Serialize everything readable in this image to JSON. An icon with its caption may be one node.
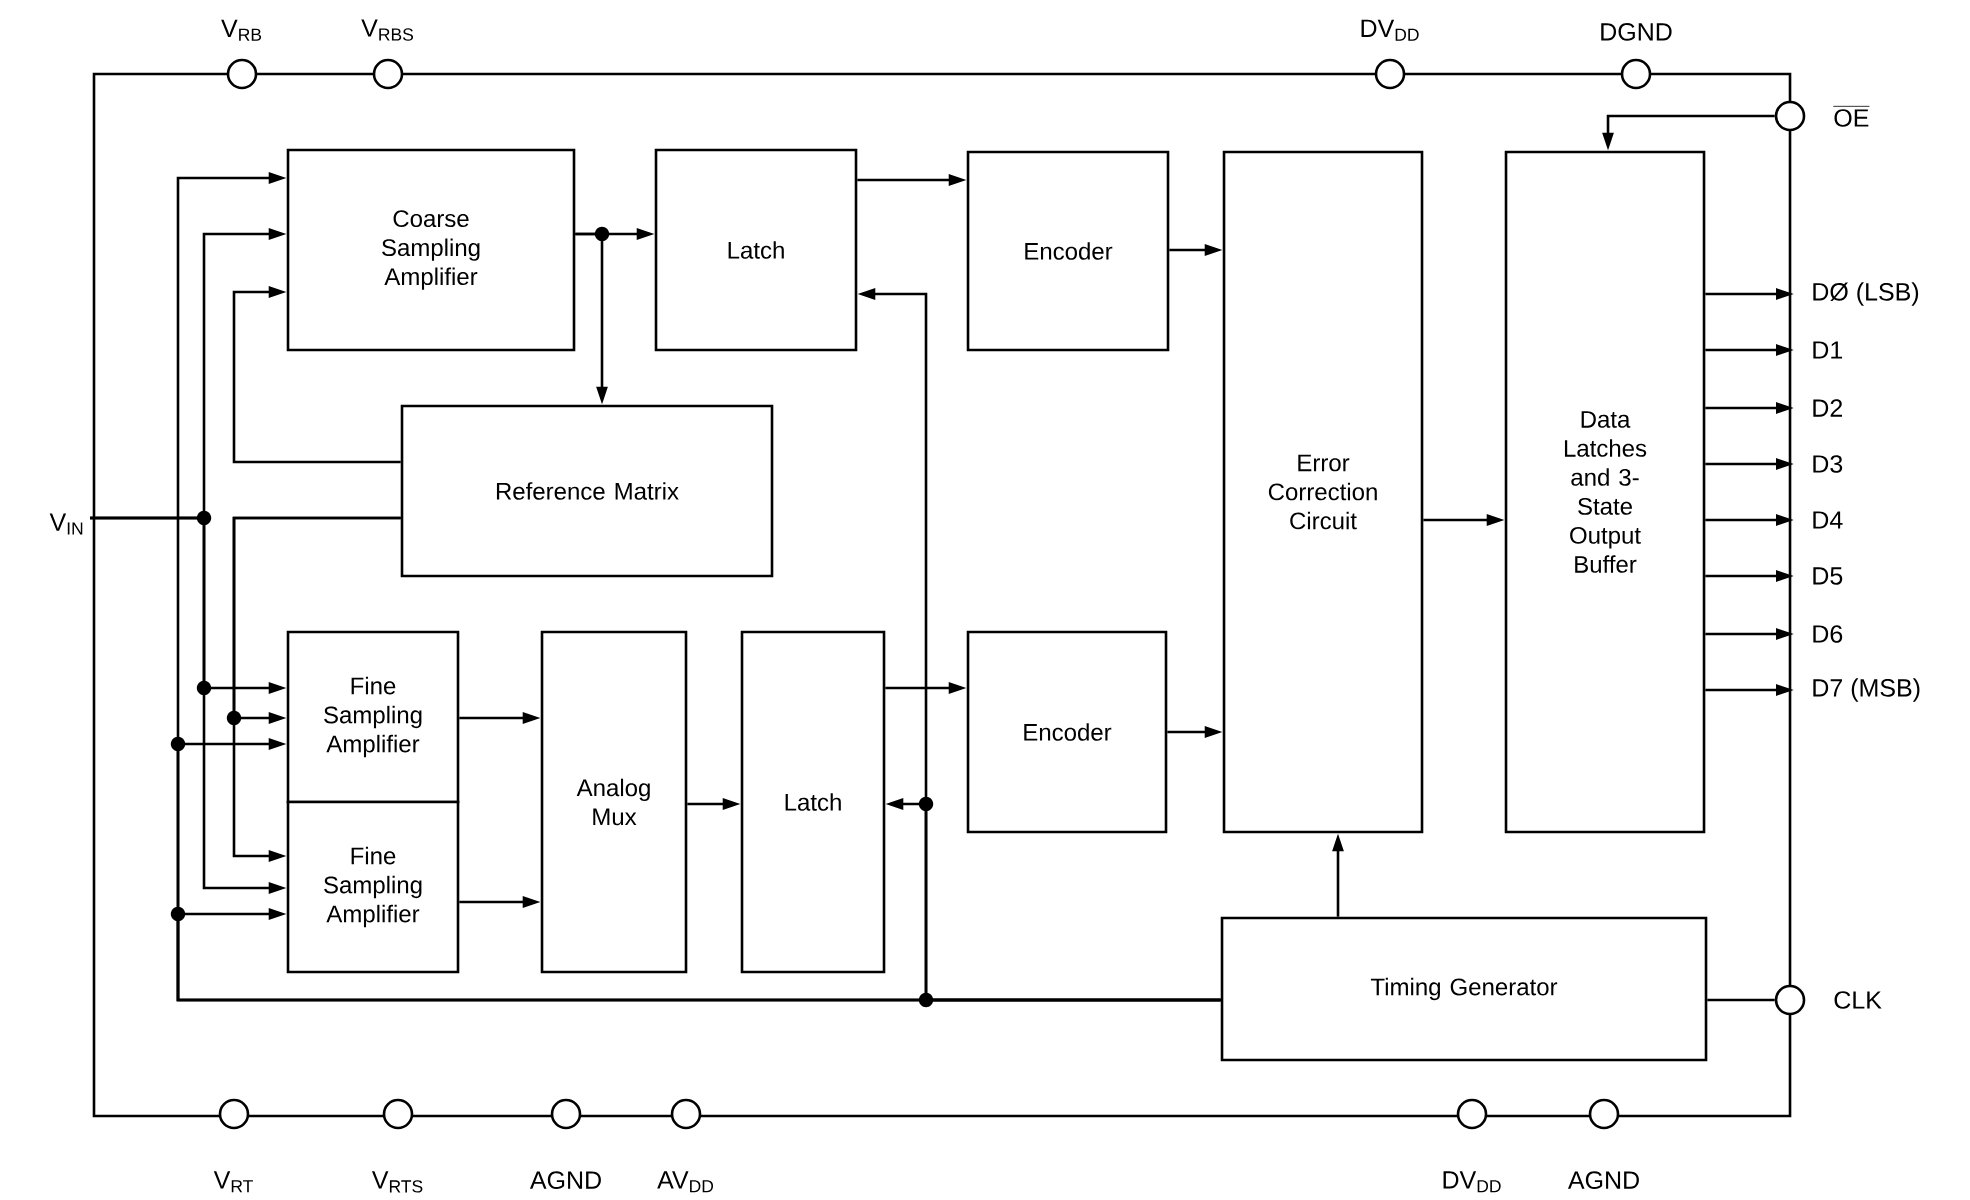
{
  "diagram": {
    "nodes": [
      {
        "text": [
          "Coarse Sampling Amplifier"
        ]
      },
      {
        "text": [
          "Latch"
        ]
      },
      {
        "text": [
          "Encoder"
        ]
      },
      {
        "text": [
          "Reference Matrix"
        ]
      },
      {
        "text": [
          "Fine Sampling Amplifier"
        ]
      },
      {
        "text": [
          "Fine Sampling Amplifier"
        ]
      },
      {
        "text": [
          "Analog Mux"
        ]
      },
      {
        "text": [
          "Latch"
        ]
      },
      {
        "text": [
          "Encoder"
        ]
      },
      {
        "text": [
          "Error Correction Circuit"
        ]
      },
      {
        "text": [
          "Data Latches and 3-State Output Buffer"
        ]
      },
      {
        "text": [
          "Timing Generator"
        ]
      },
      {
        "text": [
          "V$_{IN}$"
        ]
      },
      {
        "text": [
          "V$_{RB}$"
        ]
      },
      {
        "text": [
          "V$_{RBS}$"
        ]
      },
      {
        "text": [
          "DV$_{DD}$"
        ]
      },
      {
        "text": [
          "DGND"
        ]
      },
      {
        "text": [
          "OE"
        ]
      },
      {
        "text": [
          "DØ (LSB)"
        ]
      },
      {
        "text": [
          "D1"
        ]
      },
      {
        "text": [
          "D2"
        ]
      },
      {
        "text": [
          "D3"
        ]
      },
      {
        "text": [
          "D4"
        ]
      },
      {
        "text": [
          "D5"
        ]
      },
      {
        "text": [
          "D6"
        ]
      },
      {
        "text": [
          "D7 (MSB)"
        ]
      },
      {
        "text": [
          "CLK"
        ]
      },
      {
        "text": [
          "V$_{RT}$"
        ]
      },
      {
        "text": [
          "V$_{RTS}$"
        ]
      },
      {
        "text": [
          "AGND"
        ]
      },
      {
        "text": [
          "AV$_{DD}$"
        ]
      },
      {
        "text": [
          "DV$_{DD}$"
        ]
      },
      {
        "text": [
          "AGND"
        ]
      }
    ],
    "edges": [
      {
        "from": 12,
        "to": 0,
        "arrow": "to"
      },
      {
        "from": 12,
        "to": 4,
        "arrow": "to"
      },
      {
        "from": 12,
        "to": 5,
        "arrow": "to"
      },
      {
        "from": 11,
        "to": 0,
        "arrow": "to"
      },
      {
        "from": 11,
        "to": 4,
        "arrow": "to"
      },
      {
        "from": 11,
        "to": 5,
        "arrow": "to"
      },
      {
        "from": 11,
        "to": 1,
        "arrow": "to"
      },
      {
        "from": 11,
        "to": 7,
        "arrow": "to"
      },
      {
        "from": 3,
        "to": 0,
        "arrow": "to"
      },
      {
        "from": 3,
        "to": 4,
        "arrow": "to"
      },
      {
        "from": 3,
        "to": 5,
        "arrow": "to"
      },
      {
        "from": 0,
        "to": 1,
        "arrow": "to"
      },
      {
        "from": 0,
        "to": 3,
        "arrow": "to"
      },
      {
        "from": 1,
        "to": 2,
        "arrow": "to"
      },
      {
        "from": 2,
        "to": 9,
        "arrow": "to"
      },
      {
        "from": 4,
        "to": 6,
        "arrow": "to"
      },
      {
        "from": 5,
        "to": 6,
        "arrow": "to"
      },
      {
        "from": 6,
        "to": 7,
        "arrow": "to"
      },
      {
        "from": 7,
        "to": 8,
        "arrow": "to"
      },
      {
        "from": 8,
        "to": 9,
        "arrow": "to"
      },
      {
        "from": 9,
        "to": 10,
        "arrow": "to"
      },
      {
        "from": 11,
        "to": 9,
        "arrow": "to"
      },
      {
        "from": 17,
        "to": 10,
        "arrow": "to"
      },
      {
        "from": 10,
        "to": 18,
        "arrow": "to"
      },
      {
        "from": 10,
        "to": 19,
        "arrow": "to"
      },
      {
        "from": 10,
        "to": 20,
        "arrow": "to"
      },
      {
        "from": 10,
        "to": 21,
        "arrow": "to"
      },
      {
        "from": 10,
        "to": 22,
        "arrow": "to"
      },
      {
        "from": 10,
        "to": 23,
        "arrow": "to"
      },
      {
        "from": 10,
        "to": 24,
        "arrow": "to"
      },
      {
        "from": 10,
        "to": 25,
        "arrow": "to"
      },
      {
        "from": 26,
        "to": 11,
        "arrow": "none"
      }
    ]
  }
}
